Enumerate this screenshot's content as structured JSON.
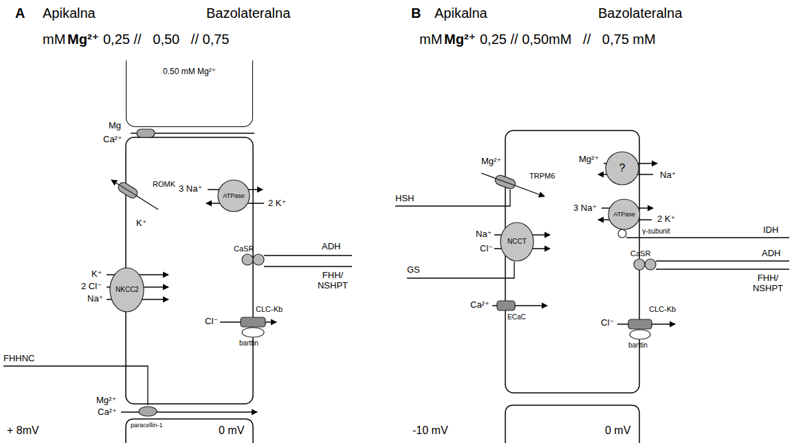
{
  "diagram": {
    "nodes": [
      {
        "text": [
          "0.50 mM Mg²⁺"
        ]
      },
      {
        "text": [
          "ATPase"
        ]
      },
      {
        "text": [
          "NKCC2"
        ]
      },
      {
        "text": [
          "?"
        ]
      },
      {
        "text": [
          "ATPase"
        ]
      },
      {
        "text": [
          "NCCT"
        ]
      }
    ],
    "labels": [
      "A",
      "Apikalna",
      "Bazolateralna",
      "mM",
      "Mg²⁺",
      "0,25 //   0,50   // 0,75",
      "B",
      "Apikalna",
      "Bazolateralna",
      "mM",
      "Mg²⁺",
      "0,25 // 0,50mM   //   0,75 mM",
      "Mg",
      "Ca²⁺",
      "ROMK",
      "K⁺",
      "3 Na⁺",
      "2 K⁺",
      "CaSR",
      "ADH",
      "FHH/ NSHPT",
      "K⁺",
      "2 Cl⁻",
      "Na⁺",
      "CLC-Kb",
      "Cl⁻",
      "barttin",
      "FHHNC",
      "Mg²⁺",
      "Ca²⁺",
      "paracellin-1",
      "+ 8mV",
      "0 mV",
      "Mg²⁺",
      "TRPM6",
      "HSH",
      "Mg²⁺",
      "Na⁺",
      "3 Na⁺",
      "2 K⁺",
      "γ-subunit",
      "IDH",
      "Na⁺",
      "Cl⁻",
      "GS",
      "CaSR",
      "ADH",
      "FHH/ NSHPT",
      "Ca²⁺",
      "ECaC",
      "CLC-Kb",
      "Cl⁻",
      "barttin",
      "-10 mV",
      "0 mV"
    ]
  }
}
